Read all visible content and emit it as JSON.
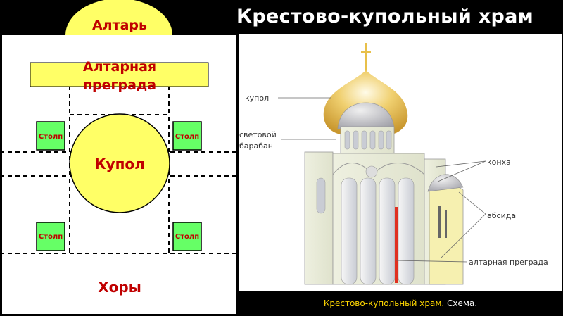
{
  "title": "Крестово-купольный храм",
  "plan": {
    "altar": "Алтарь",
    "altar_screen_line1": "Алтарная",
    "altar_screen_line2": "преграда",
    "dome": "Купол",
    "pillar": "Столп",
    "choir": "Хоры",
    "colors": {
      "yellow": "#ffff66",
      "green": "#66ff66",
      "red": "#c00000"
    }
  },
  "scheme": {
    "labels": {
      "dome": "купол",
      "drum_line1": "световой",
      "drum_line2": "барабан",
      "concha": "конха",
      "apse": "абсида",
      "altar_screen": "алтарная преграда"
    }
  },
  "caption": {
    "strong": "Крестово-купольный храм.",
    "rest": "Схема."
  }
}
